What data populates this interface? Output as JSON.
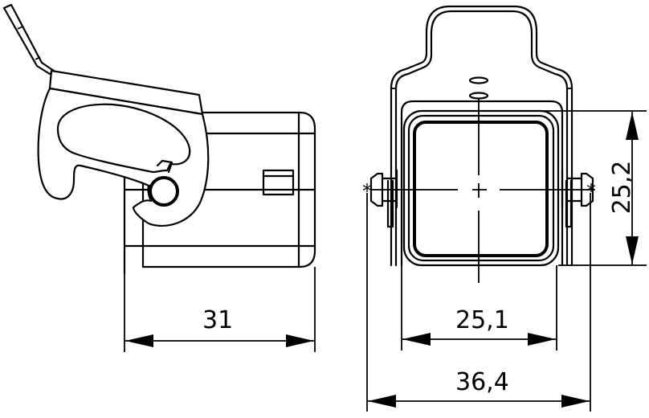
{
  "drawing": {
    "title": "Connector hood technical drawing",
    "views": [
      "side-view",
      "front-view"
    ],
    "line_color": "#000000",
    "background_color": "#ffffff"
  },
  "dimensions": {
    "side_length": {
      "label": "31",
      "orientation": "horizontal"
    },
    "front_inner_width": {
      "label": "25,1",
      "orientation": "horizontal"
    },
    "front_overall_width": {
      "label": "36,4",
      "orientation": "horizontal"
    },
    "front_height": {
      "label": "25,2",
      "orientation": "vertical"
    }
  },
  "symbols": {
    "pivot_marker": "*"
  }
}
